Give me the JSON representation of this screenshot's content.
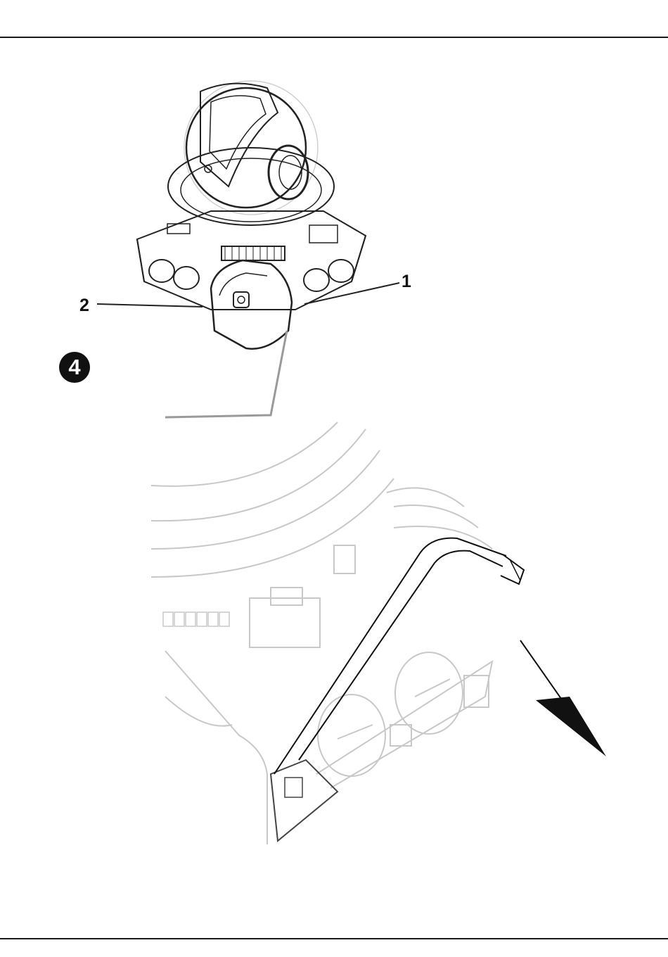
{
  "callouts": {
    "label_1": "1",
    "label_2": "2"
  },
  "step": {
    "number": "4"
  },
  "icons": {
    "step_badge": "circled-number-icon",
    "removal_arrow": "arrow-down-right-icon"
  },
  "colors": {
    "line": "#111111",
    "frame": "#9a9a9a",
    "detail": "#c8c8c8"
  }
}
